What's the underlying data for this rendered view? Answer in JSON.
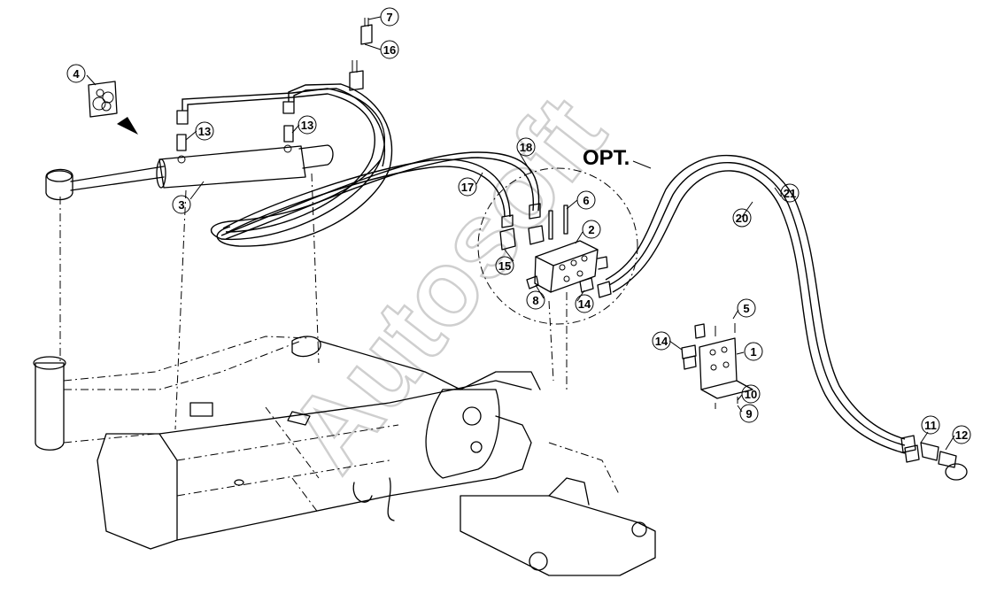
{
  "diagram": {
    "option_label": "OPT.",
    "watermark": "Autosoft",
    "callouts": [
      {
        "id": "c1",
        "text": "1"
      },
      {
        "id": "c2",
        "text": "2"
      },
      {
        "id": "c3",
        "text": "3"
      },
      {
        "id": "c4",
        "text": "4"
      },
      {
        "id": "c5",
        "text": "5"
      },
      {
        "id": "c6",
        "text": "6"
      },
      {
        "id": "c7",
        "text": "7"
      },
      {
        "id": "c8",
        "text": "8"
      },
      {
        "id": "c9",
        "text": "9"
      },
      {
        "id": "c10",
        "text": "10"
      },
      {
        "id": "c11",
        "text": "11"
      },
      {
        "id": "c12",
        "text": "12"
      },
      {
        "id": "c13a",
        "text": "13"
      },
      {
        "id": "c13b",
        "text": "13"
      },
      {
        "id": "c14",
        "text": "14"
      },
      {
        "id": "c15",
        "text": "15"
      },
      {
        "id": "c16",
        "text": "16"
      },
      {
        "id": "c17",
        "text": "17"
      },
      {
        "id": "c18",
        "text": "18"
      },
      {
        "id": "c19",
        "text": "19"
      },
      {
        "id": "c20",
        "text": "20"
      },
      {
        "id": "c21",
        "text": "21"
      }
    ]
  }
}
